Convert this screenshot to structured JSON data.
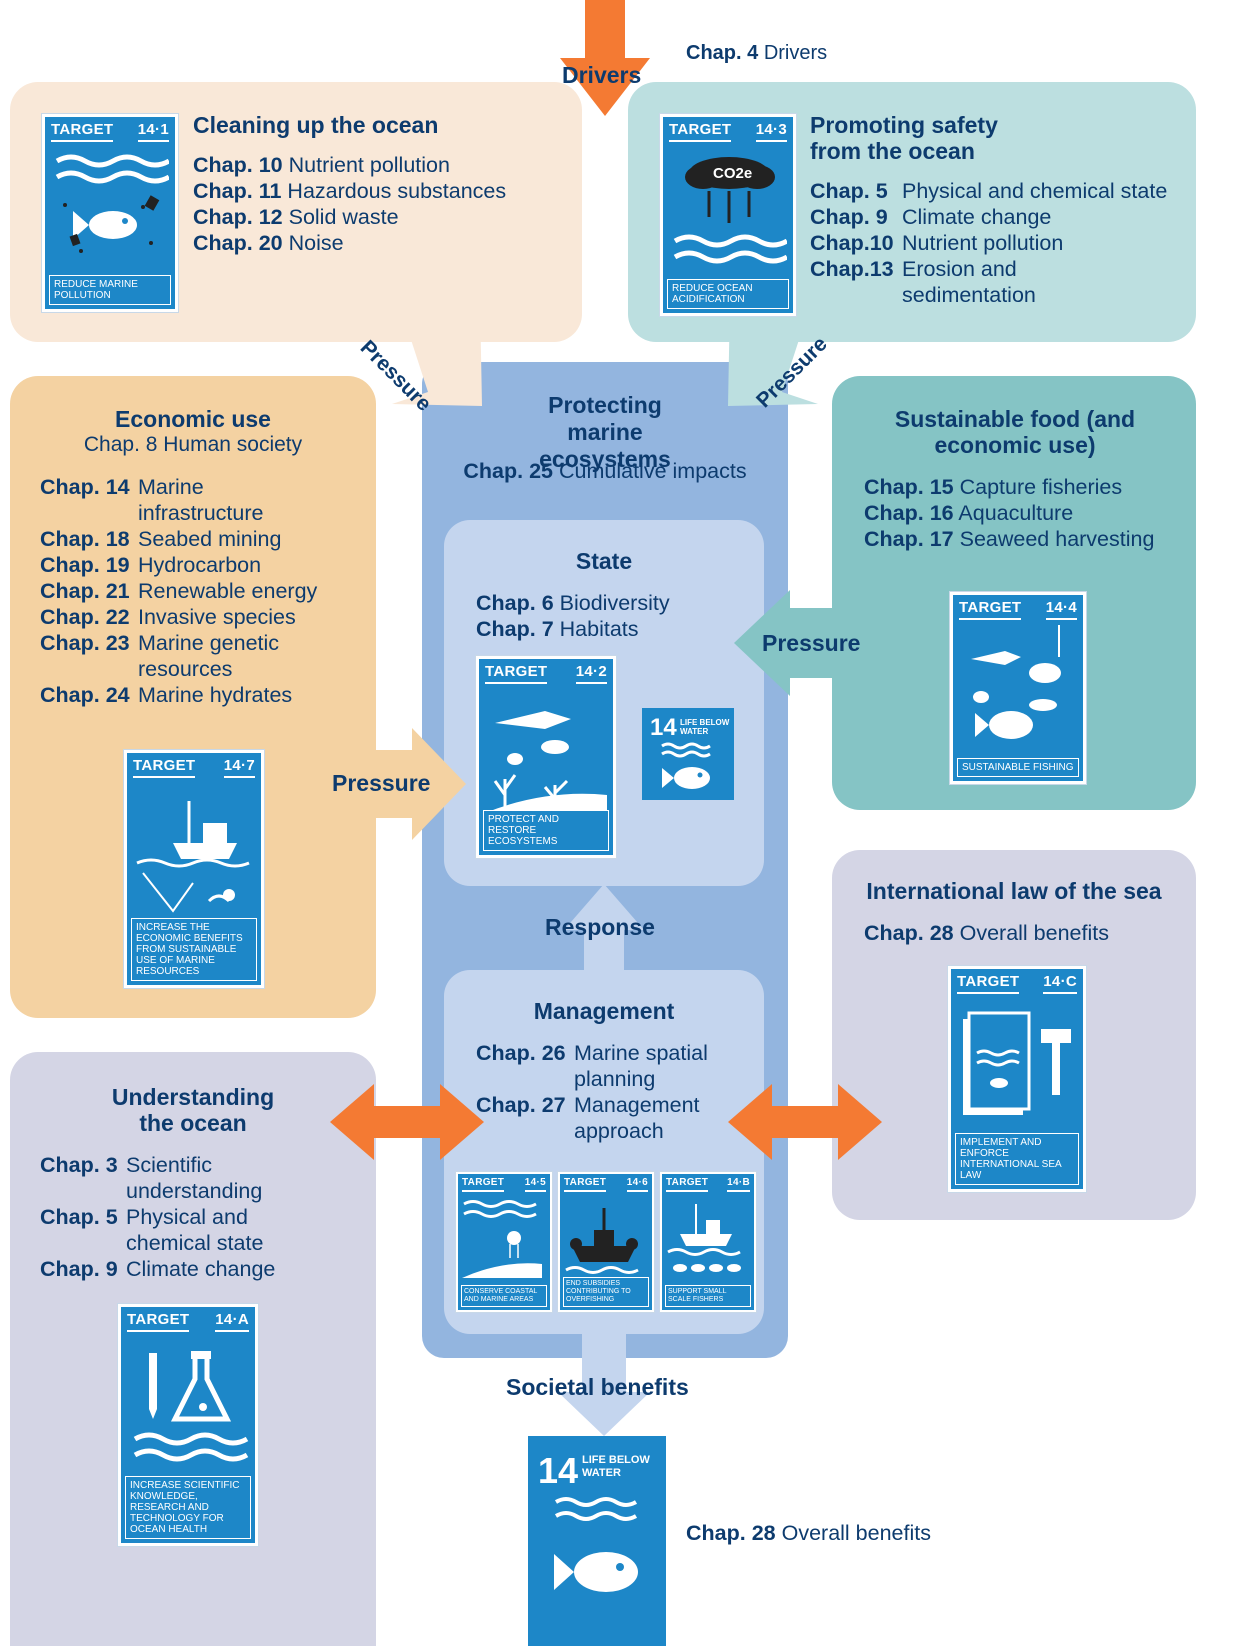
{
  "drivers": {
    "label": "Drivers",
    "chap_label": "Chap. 4",
    "chap_text": "Drivers"
  },
  "cleaning": {
    "title": "Cleaning up the ocean",
    "items": [
      {
        "label": "Chap. 10",
        "text": "Nutrient pollution"
      },
      {
        "label": "Chap. 11",
        "text": "Hazardous substances"
      },
      {
        "label": "Chap. 12",
        "text": "Solid waste"
      },
      {
        "label": "Chap. 20",
        "text": "Noise"
      }
    ],
    "card": {
      "head": "TARGET",
      "num": "14·1",
      "foot": "REDUCE MARINE POLLUTION"
    }
  },
  "safety": {
    "title": "Promoting safety from the ocean",
    "items": [
      {
        "label": "Chap. 5",
        "text": "Physical and chemical state"
      },
      {
        "label": "Chap. 9",
        "text": "Climate change"
      },
      {
        "label": "Chap.10",
        "text": "Nutrient pollution"
      },
      {
        "label": "Chap.13",
        "text": "Erosion and sedimentation"
      }
    ],
    "card": {
      "head": "TARGET",
      "num": "14·3",
      "foot": "REDUCE OCEAN ACIDIFICATION",
      "co2": "CO2e"
    }
  },
  "economic": {
    "title": "Economic use",
    "subtitle": "Chap. 8 Human society",
    "items": [
      {
        "label": "Chap. 14",
        "text": "Marine infrastructure"
      },
      {
        "label": "Chap. 18",
        "text": "Seabed mining"
      },
      {
        "label": "Chap. 19",
        "text": "Hydrocarbon"
      },
      {
        "label": "Chap. 21",
        "text": "Renewable energy"
      },
      {
        "label": "Chap. 22",
        "text": "Invasive species"
      },
      {
        "label": "Chap. 23",
        "text": "Marine genetic resources"
      },
      {
        "label": "Chap. 24",
        "text": "Marine hydrates"
      }
    ],
    "card": {
      "head": "TARGET",
      "num": "14·7",
      "foot": "INCREASE THE ECONOMIC BENEFITS FROM SUSTAINABLE USE OF MARINE RESOURCES"
    }
  },
  "protecting": {
    "title": "Protecting marine ecosystems",
    "chap_label": "Chap. 25",
    "chap_text": "Cumulative impacts"
  },
  "state": {
    "title": "State",
    "items": [
      {
        "label": "Chap. 6",
        "text": "Biodiversity"
      },
      {
        "label": "Chap. 7",
        "text": "Habitats"
      }
    ],
    "card": {
      "head": "TARGET",
      "num": "14·2",
      "foot": "PROTECT AND RESTORE ECOSYSTEMS"
    },
    "sdg": {
      "num": "14",
      "text": "LIFE BELOW WATER"
    }
  },
  "food": {
    "title": "Sustainable food (and economic use)",
    "items": [
      {
        "label": "Chap. 15",
        "text": "Capture fisheries"
      },
      {
        "label": "Chap. 16",
        "text": "Aquaculture"
      },
      {
        "label": "Chap. 17",
        "text": "Seaweed harvesting"
      }
    ],
    "card": {
      "head": "TARGET",
      "num": "14·4",
      "foot": "SUSTAINABLE FISHING"
    }
  },
  "intl": {
    "title": "International law of the sea",
    "chap_label": "Chap. 28",
    "chap_text": "Overall benefits",
    "card": {
      "head": "TARGET",
      "num": "14·C",
      "foot": "IMPLEMENT AND ENFORCE INTERNATIONAL SEA LAW"
    }
  },
  "management": {
    "title": "Management",
    "items": [
      {
        "label": "Chap. 26",
        "text": "Marine spatial planning"
      },
      {
        "label": "Chap. 27",
        "text": "Management approach"
      }
    ],
    "cards": [
      {
        "head": "TARGET",
        "num": "14·5",
        "foot": "CONSERVE COASTAL AND MARINE AREAS"
      },
      {
        "head": "TARGET",
        "num": "14·6",
        "foot": "END SUBSIDIES CONTRIBUTING TO OVERFISHING"
      },
      {
        "head": "TARGET",
        "num": "14·B",
        "foot": "SUPPORT SMALL SCALE FISHERS"
      }
    ]
  },
  "understanding": {
    "title": "Understanding the ocean",
    "items": [
      {
        "label": "Chap. 3",
        "text": "Scientific understanding"
      },
      {
        "label": "Chap. 5",
        "text": "Physical and chemical state"
      },
      {
        "label": "Chap. 9",
        "text": "Climate change"
      }
    ],
    "card": {
      "head": "TARGET",
      "num": "14·A",
      "foot": "INCREASE SCIENTIFIC KNOWLEDGE, RESEARCH AND TECHNOLOGY FOR OCEAN HEALTH"
    }
  },
  "flows": {
    "pressure": "Pressure",
    "response": "Response",
    "societal": "Societal benefits"
  },
  "bottom": {
    "sdg": {
      "num": "14",
      "text": "LIFE BELOW WATER"
    },
    "chap_label": "Chap. 28",
    "chap_text": "Overall benefits"
  },
  "colors": {
    "peach": "#f9e8d8",
    "tan": "#f4d2a2",
    "teal_light": "#bcdfe0",
    "teal": "#85c4c5",
    "lavender": "#d4d5e5",
    "blue_mid": "#93b5df",
    "blue_light": "#c4d5ee",
    "orange": "#f47a33",
    "sdg_blue": "#1d87c8",
    "navy": "#0d3b6e"
  }
}
